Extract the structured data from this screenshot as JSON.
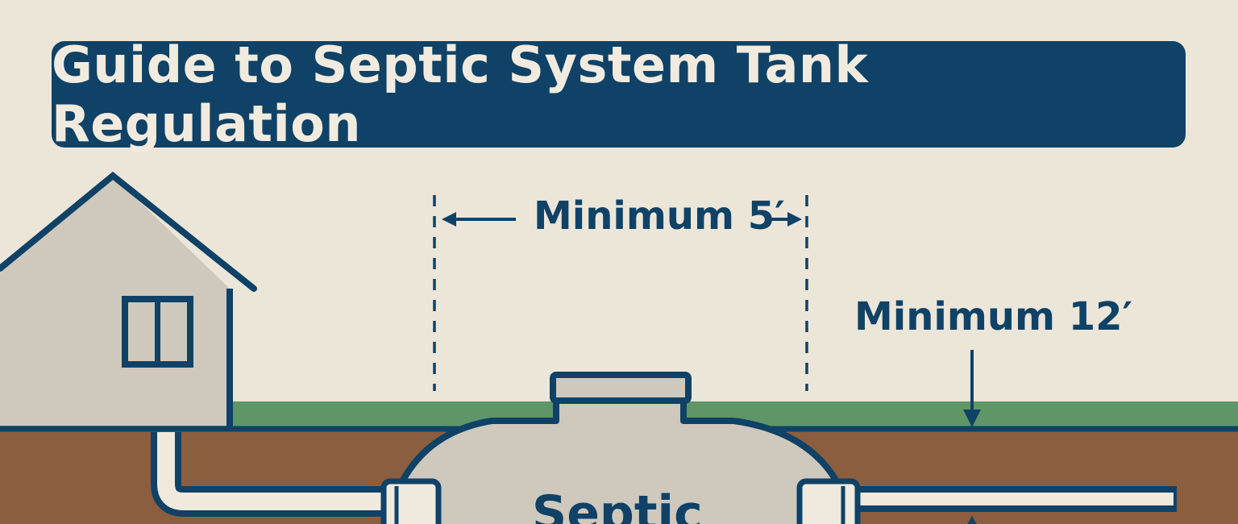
{
  "title": "Guide to Septic System Tank Regulation",
  "labels": {
    "tank_spacing": "Minimum 5′",
    "depth": "Minimum 12′",
    "tank": "Septic"
  },
  "colors": {
    "background": "#ece6d9",
    "navy": "#0f4266",
    "grass": "#5f9668",
    "soil": "#8b5e3f",
    "house": "#cfc9bd",
    "tank": "#cec8bd",
    "pipe": "#efe9de"
  }
}
